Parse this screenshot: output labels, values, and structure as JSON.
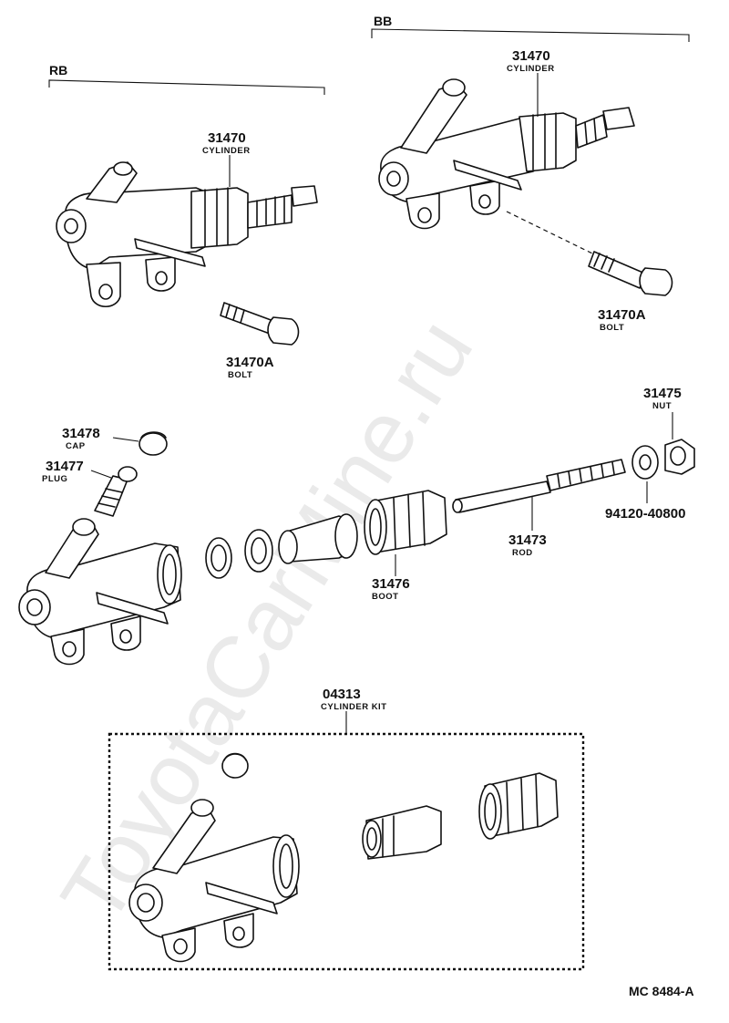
{
  "variants": {
    "left": "RB",
    "right": "BB"
  },
  "top_left": {
    "cylinder_number": "31470",
    "cylinder_name": "CYLINDER",
    "bolt_number": "31470A",
    "bolt_name": "BOLT"
  },
  "top_right": {
    "cylinder_number": "31470",
    "cylinder_name": "CYLINDER",
    "bolt_number": "31470A",
    "bolt_name": "BOLT"
  },
  "exploded": {
    "cap_number": "31478",
    "cap_name": "CAP",
    "plug_number": "31477",
    "plug_name": "PLUG",
    "nut_number": "31475",
    "nut_name": "NUT",
    "washer_number": "94120-40800",
    "rod_number": "31473",
    "rod_name": "ROD",
    "boot_number": "31476",
    "boot_name": "BOOT"
  },
  "kit": {
    "number": "04313",
    "name": "CYLINDER KIT"
  },
  "figure_code": "MC 8484-A",
  "watermark": "ToyotaCarMine.ru"
}
